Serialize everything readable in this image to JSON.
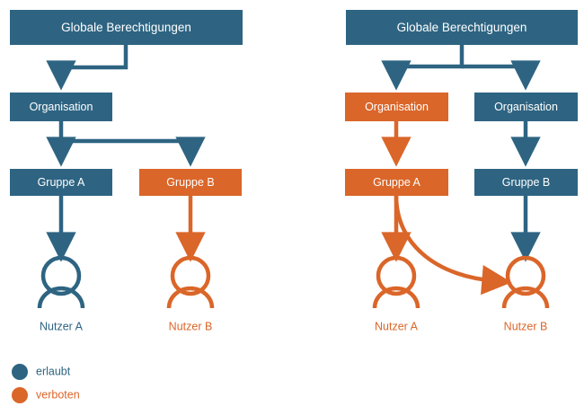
{
  "colors": {
    "blue": "#2E6482",
    "orange": "#DA6629",
    "white": "#FFFFFF",
    "background": "#FFFFFF"
  },
  "diagrams": [
    {
      "id": "left-scenario",
      "name": "gruppenbasierte-berechtigung",
      "nodes": [
        {
          "id": "global",
          "label": "Globale Berechtigungen",
          "state": "erlaubt"
        },
        {
          "id": "org",
          "label": "Organisation",
          "state": "erlaubt"
        },
        {
          "id": "group-a",
          "label": "Gruppe A",
          "state": "erlaubt"
        },
        {
          "id": "group-b",
          "label": "Gruppe B",
          "state": "verboten"
        },
        {
          "id": "user-a",
          "label": "Nutzer A",
          "state": "erlaubt"
        },
        {
          "id": "user-b",
          "label": "Nutzer B",
          "state": "verboten"
        }
      ],
      "edges": [
        {
          "from": "global",
          "to": "org",
          "state": "erlaubt"
        },
        {
          "from": "org",
          "to": "group-a",
          "state": "erlaubt"
        },
        {
          "from": "org",
          "to": "group-b",
          "state": "erlaubt"
        },
        {
          "from": "group-a",
          "to": "user-a",
          "state": "erlaubt"
        },
        {
          "from": "group-b",
          "to": "user-b",
          "state": "verboten"
        }
      ]
    },
    {
      "id": "right-scenario",
      "name": "organisationsbasierte-berechtigung",
      "nodes": [
        {
          "id": "global",
          "label": "Globale Berechtigungen",
          "state": "erlaubt"
        },
        {
          "id": "org-a",
          "label": "Organisation",
          "state": "verboten"
        },
        {
          "id": "org-b",
          "label": "Organisation",
          "state": "erlaubt"
        },
        {
          "id": "group-a",
          "label": "Gruppe A",
          "state": "verboten"
        },
        {
          "id": "group-b",
          "label": "Gruppe B",
          "state": "erlaubt"
        },
        {
          "id": "user-a",
          "label": "Nutzer A",
          "state": "verboten"
        },
        {
          "id": "user-b",
          "label": "Nutzer B",
          "state": "verboten"
        }
      ],
      "edges": [
        {
          "from": "global",
          "to": "org-a",
          "state": "erlaubt"
        },
        {
          "from": "global",
          "to": "org-b",
          "state": "erlaubt"
        },
        {
          "from": "org-a",
          "to": "group-a",
          "state": "verboten"
        },
        {
          "from": "org-b",
          "to": "group-b",
          "state": "erlaubt"
        },
        {
          "from": "group-a",
          "to": "user-a",
          "state": "verboten"
        },
        {
          "from": "group-a",
          "to": "user-b",
          "state": "verboten",
          "shape": "curved"
        },
        {
          "from": "group-b",
          "to": "user-b",
          "state": "erlaubt"
        }
      ]
    }
  ],
  "legend": {
    "items": [
      {
        "label": "erlaubt",
        "color_key": "blue"
      },
      {
        "label": "verboten",
        "color_key": "orange"
      }
    ]
  },
  "left": {
    "global": "Globale Berechtigungen",
    "org": "Organisation",
    "group_a": "Gruppe A",
    "group_b": "Gruppe B",
    "user_a": "Nutzer A",
    "user_b": "Nutzer B"
  },
  "right": {
    "global": "Globale Berechtigungen",
    "org_a": "Organisation",
    "org_b": "Organisation",
    "group_a": "Gruppe A",
    "group_b": "Gruppe B",
    "user_a": "Nutzer A",
    "user_b": "Nutzer B"
  },
  "legend_text": {
    "allowed": "erlaubt",
    "forbidden": "verboten"
  }
}
